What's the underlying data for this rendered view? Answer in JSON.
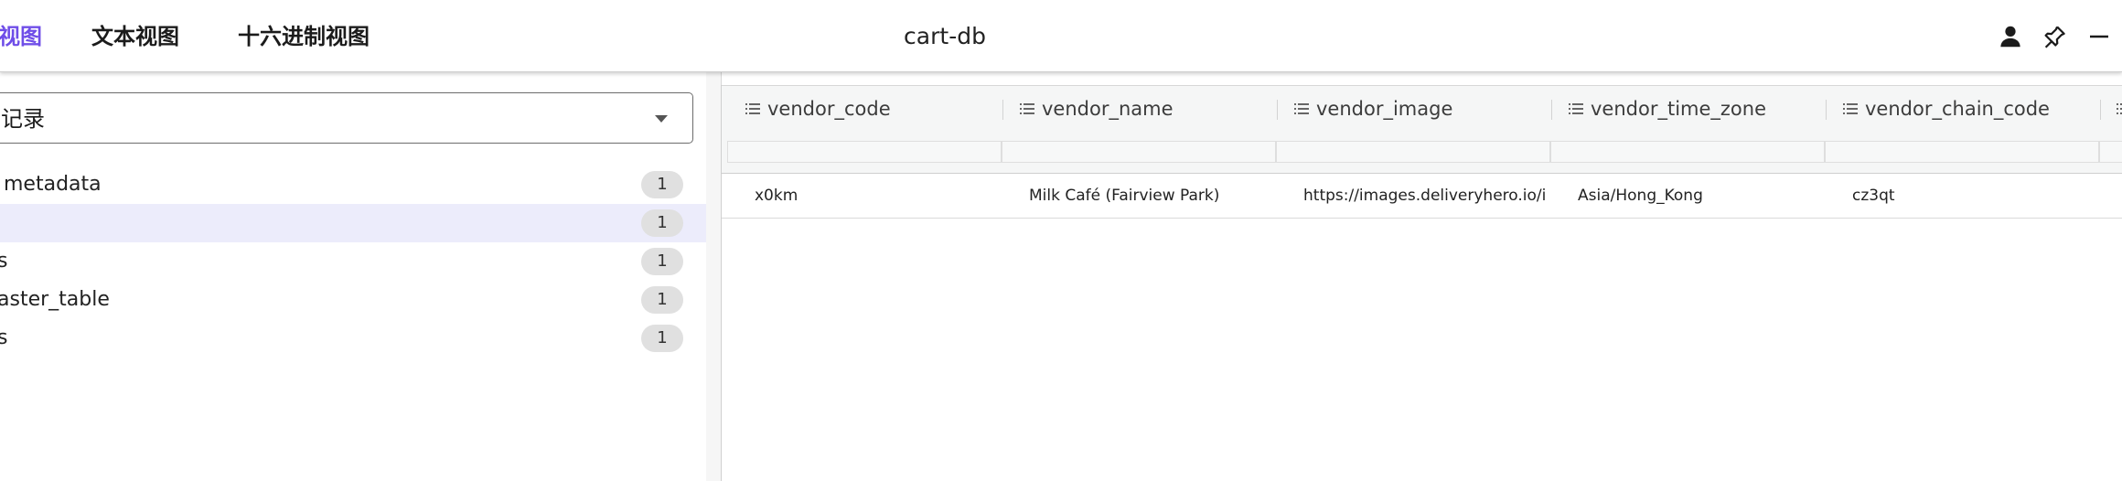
{
  "tabs": [
    {
      "label": "视图",
      "active": true
    },
    {
      "label": "文本视图",
      "active": false
    },
    {
      "label": "十六进制视图",
      "active": false
    }
  ],
  "window_title": "cart-db",
  "toolbar_icons": [
    "user-icon",
    "pin-icon",
    "minimize-icon"
  ],
  "left_panel": {
    "dropdown_label": "记录",
    "tree_items": [
      {
        "label": " metadata",
        "count": "1",
        "selected": false
      },
      {
        "label": "",
        "count": "1",
        "selected": true
      },
      {
        "label": "s",
        "count": "1",
        "selected": false
      },
      {
        "label": "aster_table",
        "count": "1",
        "selected": false
      },
      {
        "label": "s",
        "count": "1",
        "selected": false
      }
    ]
  },
  "grid": {
    "columns": [
      "vendor_code",
      "vendor_name",
      "vendor_image",
      "vendor_time_zone",
      "vendor_chain_code"
    ],
    "rows": [
      [
        "x0km",
        "Milk Café (Fairview Park)",
        "https://images.deliveryhero.io/i...",
        "Asia/Hong_Kong",
        "cz3qt"
      ]
    ]
  },
  "colors": {
    "accent": "#6f4ee8",
    "selected_row_bg": "#ececfb",
    "header_bg": "#f5f6f6",
    "badge_bg": "#e0e0e0"
  }
}
